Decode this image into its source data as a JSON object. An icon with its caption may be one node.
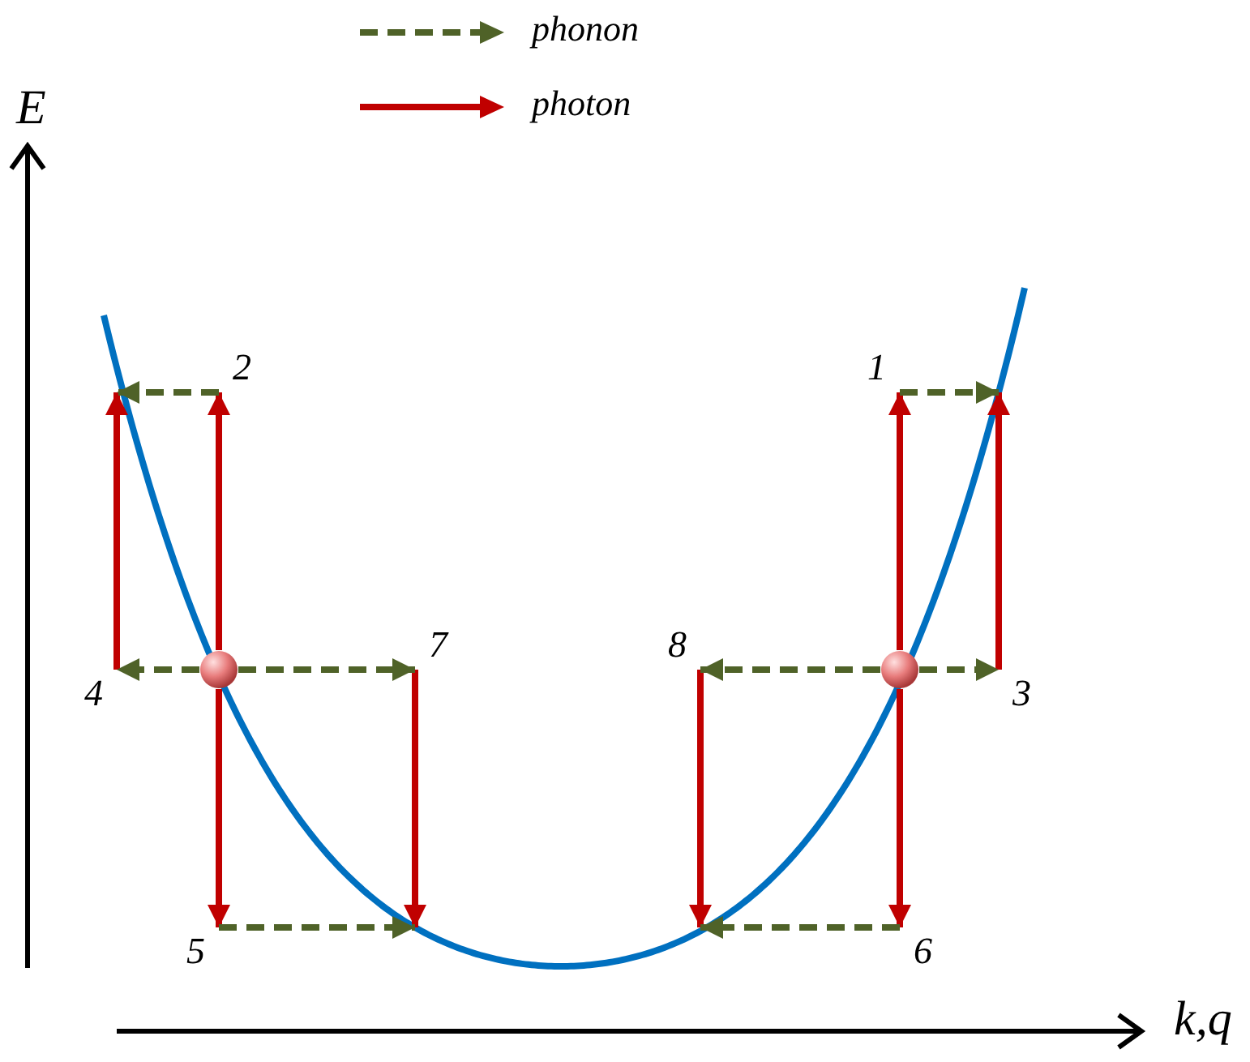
{
  "diagram": {
    "nodes": [
      {
        "text": [
          "1"
        ]
      },
      {
        "text": [
          "2"
        ]
      },
      {
        "text": [
          "3"
        ]
      },
      {
        "text": [
          "4"
        ]
      },
      {
        "text": [
          "5"
        ]
      },
      {
        "text": [
          "6"
        ]
      },
      {
        "text": [
          "7"
        ]
      },
      {
        "text": [
          "8"
        ]
      },
      {
        "text": [],
        "shape": "circle"
      },
      {
        "text": [],
        "shape": "circle"
      }
    ],
    "edges": [
      {
        "from": 8,
        "to": 1,
        "arrow": "to",
        "color": "#c00000"
      },
      {
        "from": 3,
        "to": null,
        "arrow": "to",
        "color": "#c00000"
      },
      {
        "from": 8,
        "to": 4,
        "arrow": "to",
        "color": "#c00000"
      },
      {
        "from": 6,
        "to": null,
        "arrow": "to",
        "color": "#c00000"
      },
      {
        "from": 9,
        "to": 0,
        "arrow": "to",
        "color": "#c00000"
      },
      {
        "from": 2,
        "to": null,
        "arrow": "to",
        "color": "#c00000"
      },
      {
        "from": 9,
        "to": 5,
        "arrow": "to",
        "color": "#c00000"
      },
      {
        "from": 7,
        "to": null,
        "arrow": "to",
        "color": "#c00000"
      },
      {
        "from": 1,
        "to": null,
        "arrow": "to",
        "style": "dashed",
        "color": "#4f6228"
      },
      {
        "from": 8,
        "to": 3,
        "arrow": "to",
        "style": "dashed",
        "color": "#4f6228"
      },
      {
        "from": 8,
        "to": 6,
        "arrow": "to",
        "style": "dashed",
        "color": "#4f6228"
      },
      {
        "from": 4,
        "to": null,
        "arrow": "to",
        "style": "dashed",
        "color": "#4f6228"
      },
      {
        "from": 0,
        "to": null,
        "arrow": "to",
        "style": "dashed",
        "color": "#4f6228"
      },
      {
        "from": 9,
        "to": 2,
        "arrow": "to",
        "style": "dashed",
        "color": "#4f6228"
      },
      {
        "from": 9,
        "to": 7,
        "arrow": "to",
        "style": "dashed",
        "color": "#4f6228"
      },
      {
        "from": 5,
        "to": null,
        "arrow": "to",
        "style": "dashed",
        "color": "#4f6228"
      }
    ],
    "labels": [
      "E",
      "k,q"
    ],
    "legend": [
      {
        "text": "phonon"
      },
      {
        "text": "photon"
      }
    ]
  }
}
